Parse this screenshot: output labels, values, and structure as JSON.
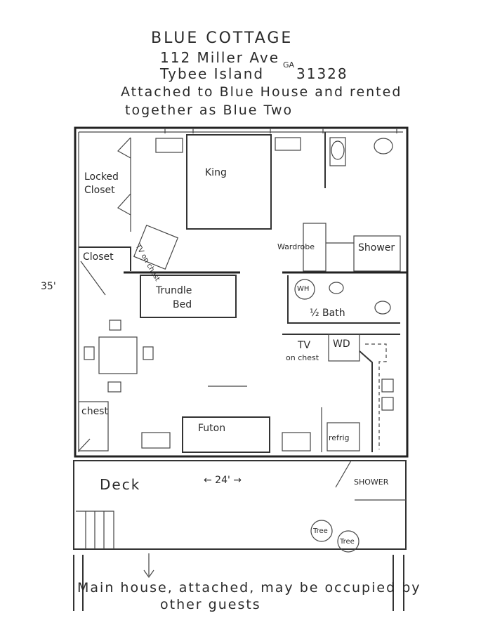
{
  "header": {
    "title": "BLUE COTTAGE",
    "street": "112 Miller Ave",
    "city": "Tybee Island",
    "state": "GA",
    "zip": "31328",
    "note_line1": "Attached to Blue House and rented",
    "note_line2": "together as Blue Two"
  },
  "plan": {
    "locked_closet_line1": "Locked",
    "locked_closet_line2": "Closet",
    "king": "King",
    "tv_on_chest_1": "TV on chest",
    "closet": "Closet",
    "wardrobe": "Wardrobe",
    "shower": "Shower",
    "trundle_line1": "Trundle",
    "trundle_line2": "Bed",
    "wh": "WH",
    "half_bath": "½ Bath",
    "tv_2": "TV",
    "on_chest_2": "on chest",
    "wd": "WD",
    "chest": "chest",
    "futon": "Futon",
    "refrig": "refrig",
    "deck": "Deck",
    "width_dim": "← 24' →",
    "height_dim": "35'",
    "outdoor_shower": "SHOWER",
    "tree1": "Tree",
    "tree2": "Tree"
  },
  "footer": {
    "line1": "Main house, attached, may be occupied by",
    "line2": "other guests"
  }
}
